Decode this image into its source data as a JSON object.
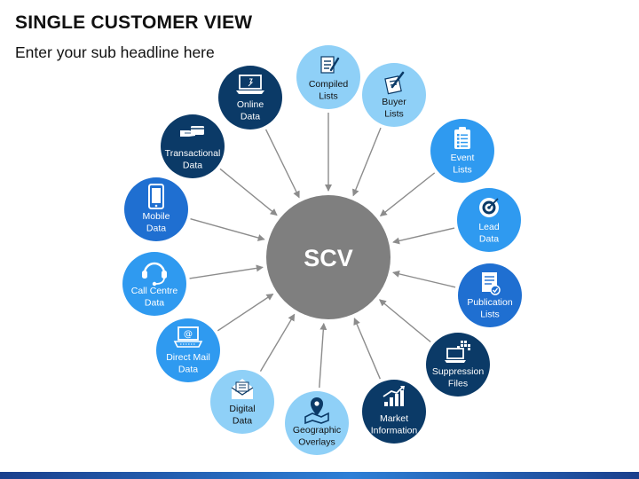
{
  "title": "SINGLE CUSTOMER VIEW",
  "subtitle": "Enter your sub headline here",
  "center": {
    "label": "SCV",
    "color": "#7f7f7f"
  },
  "colors": {
    "navy": "#0b3a67",
    "blue": "#1f6fd1",
    "mid": "#2f9af0",
    "light": "#8fd0f7",
    "arrow": "#8c8c8c"
  },
  "nodes": [
    {
      "id": "compiled-lists",
      "lines": [
        "Compiled",
        "Lists"
      ],
      "icon": "form-pen-icon",
      "color": "light"
    },
    {
      "id": "buyer-lists",
      "lines": [
        "Buyer",
        "Lists"
      ],
      "icon": "signing-document-icon",
      "color": "light"
    },
    {
      "id": "event-lists",
      "lines": [
        "Event",
        "Lists"
      ],
      "icon": "clipboard-icon",
      "color": "mid"
    },
    {
      "id": "lead-data",
      "lines": [
        "Lead",
        "Data"
      ],
      "icon": "target-icon",
      "color": "mid"
    },
    {
      "id": "publication-lists",
      "lines": [
        "Publication",
        "Lists"
      ],
      "icon": "certificate-icon",
      "color": "blue"
    },
    {
      "id": "suppression-files",
      "lines": [
        "Suppression",
        "Files"
      ],
      "icon": "pixel-laptop-icon",
      "color": "navy"
    },
    {
      "id": "market-information",
      "lines": [
        "Market",
        "Information"
      ],
      "icon": "bar-chart-icon",
      "color": "navy"
    },
    {
      "id": "geographic-overlays",
      "lines": [
        "Geographic",
        "Overlays"
      ],
      "icon": "map-pin-icon",
      "color": "light"
    },
    {
      "id": "digital-data",
      "lines": [
        "Digital",
        "Data"
      ],
      "icon": "envelope-icon",
      "color": "light"
    },
    {
      "id": "direct-mail-data",
      "lines": [
        "Direct Mail",
        "Data"
      ],
      "icon": "email-laptop-icon",
      "color": "mid"
    },
    {
      "id": "call-centre-data",
      "lines": [
        "Call Centre",
        "Data"
      ],
      "icon": "headset-icon",
      "color": "mid"
    },
    {
      "id": "mobile-data",
      "lines": [
        "Mobile",
        "Data"
      ],
      "icon": "smartphone-icon",
      "color": "blue"
    },
    {
      "id": "transactional-data",
      "lines": [
        "Transactional",
        "Data"
      ],
      "icon": "card-hand-icon",
      "color": "navy"
    },
    {
      "id": "online-data",
      "lines": [
        "Online",
        "Data"
      ],
      "icon": "laptop-icon",
      "color": "navy"
    }
  ]
}
